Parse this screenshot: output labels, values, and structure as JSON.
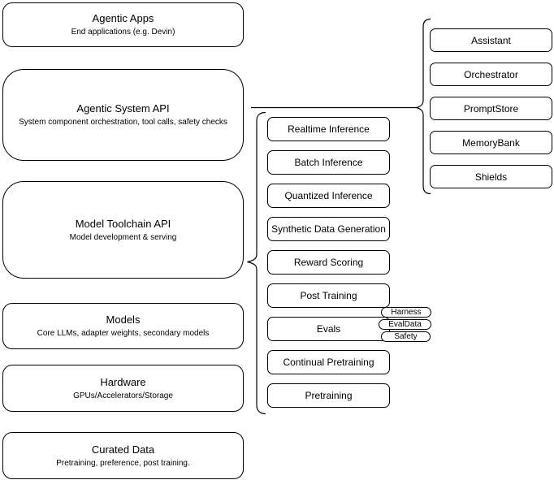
{
  "diagram": {
    "left_stack": [
      {
        "title": "Agentic Apps",
        "subtitle": "End applications (e.g. Devin)"
      },
      {
        "title": "Agentic System API",
        "subtitle": "System component orchestration, tool calls, safety checks"
      },
      {
        "title": "Model Toolchain API",
        "subtitle": "Model development & serving"
      },
      {
        "title": "Models",
        "subtitle": "Core LLMs, adapter weights, secondary models"
      },
      {
        "title": "Hardware",
        "subtitle": "GPUs/Accelerators/Storage"
      },
      {
        "title": "Curated Data",
        "subtitle": "Pretraining, preference, post training."
      }
    ],
    "toolchain_items": [
      "Realtime Inference",
      "Batch Inference",
      "Quantized Inference",
      "Synthetic Data Generation",
      "Reward Scoring",
      "Post Training",
      "Evals",
      "Continual Pretraining",
      "Pretraining"
    ],
    "eval_tags": [
      "Harness",
      "EvalData",
      "Safety"
    ],
    "system_components": [
      "Assistant",
      "Orchestrator",
      "PromptStore",
      "MemoryBank",
      "Shields"
    ],
    "colors": {
      "stroke": "#000000",
      "fill": "#ffffff",
      "background": "#ffffff"
    }
  }
}
